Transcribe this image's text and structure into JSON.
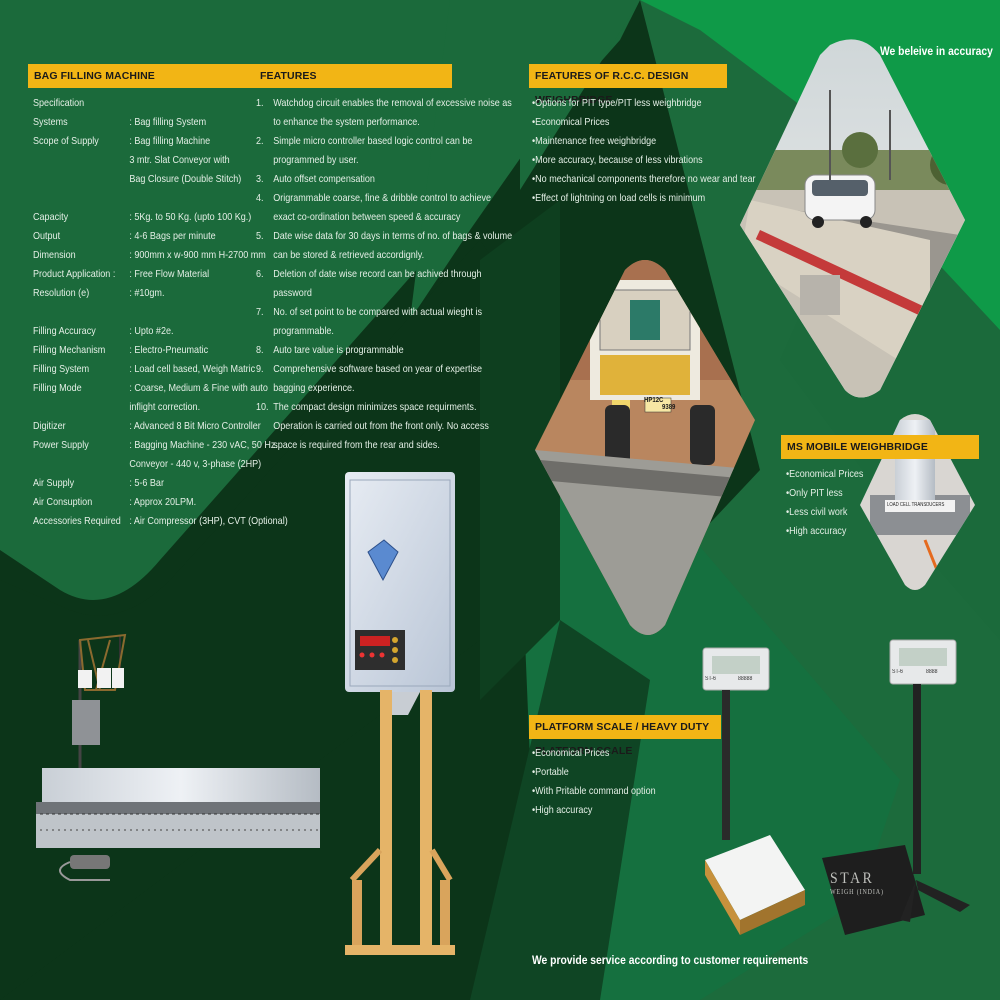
{
  "tagline_top": "We beleive in accuracy",
  "tagline_bottom": "We provide service according to customer requirements",
  "bag_filling": {
    "title": "BAG FILLING MACHINE",
    "heading": "Specification",
    "rows": [
      {
        "k": "Systems",
        "v": ": Bag filling System"
      },
      {
        "k": "Scope of Supply",
        "v": ": Bag filling Machine"
      },
      {
        "k": "",
        "v": "3 mtr. Slat Conveyor with"
      },
      {
        "k": "",
        "v": "Bag Closure (Double Stitch)"
      },
      {
        "k": "",
        "v": ""
      },
      {
        "k": "Capacity",
        "v": ": 5Kg. to 50 Kg. (upto 100 Kg.)"
      },
      {
        "k": "Output",
        "v": ": 4-6 Bags per minute"
      },
      {
        "k": "Dimension",
        "v": ": 900mm x w-900 mm H-2700 mm"
      },
      {
        "k": "Product Application :",
        "v": ": Free Flow Material"
      },
      {
        "k": "Resolution (e)",
        "v": ": #10gm."
      },
      {
        "k": "",
        "v": ""
      },
      {
        "k": "Filling Accuracy",
        "v": ": Upto #2e."
      },
      {
        "k": "Filling Mechanism",
        "v": ": Electro-Pneumatic"
      },
      {
        "k": "Filling System",
        "v": ": Load cell based, Weigh Matric"
      },
      {
        "k": "Filling Mode",
        "v": ": Coarse, Medium & Fine with auto"
      },
      {
        "k": "",
        "v": "inflight correction."
      },
      {
        "k": "Digitizer",
        "v": ": Advanced 8 Bit Micro Controller"
      },
      {
        "k": "Power Supply",
        "v": ": Bagging Machine - 230 vAC, 50 Hz."
      },
      {
        "k": "",
        "v": "Conveyor - 440 v, 3-phase (2HP)"
      },
      {
        "k": "Air Supply",
        "v": ": 5-6 Bar"
      },
      {
        "k": "Air Consuption",
        "v": ": Approx 20LPM."
      },
      {
        "k": "Accessories Required",
        "v": ": Air Compressor (3HP), CVT (Optional)"
      }
    ]
  },
  "features": {
    "title": "FEATURES",
    "items": [
      {
        "n": "1.",
        "text": "Watchdog circuit enables the removal of excessive noise as to enhance the system performance."
      },
      {
        "n": "2.",
        "text": "Simple micro controller based logic control can be programmed by user."
      },
      {
        "n": "3.",
        "text": "Auto offset compensation"
      },
      {
        "n": "4.",
        "text": "Origrammable coarse, fine & dribble control to achieve exact co-ordination between speed & accuracy"
      },
      {
        "n": "5.",
        "text": "Date wise data for 30 days in terms of no. of bags & volume can be stored & retrieved accordignly."
      },
      {
        "n": "6.",
        "text": "Deletion of date wise record can be achived through password"
      },
      {
        "n": "7.",
        "text": "No. of set point to be compared with actual wieght is programmable."
      },
      {
        "n": "8.",
        "text": "Auto tare value is programmable"
      },
      {
        "n": "9.",
        "text": "Comprehensive software based on year of expertise bagging experience."
      },
      {
        "n": "10.",
        "text": "The compact design minimizes space requirments. Operation is carried out from the front only. No access space is required from the rear and sides."
      }
    ]
  },
  "rcc": {
    "title": "FEATURES OF R.C.C. DESIGN WEIGHBRIDGE",
    "items": [
      "•Options for PIT type/PIT less weighbridge",
      "•Economical Prices",
      "•Maintenance free weighbridge",
      "•More accuracy, because of less vibrations",
      "•No mechanical components therefore no wear and tear",
      "•Effect of lightning on load cells is minimum"
    ]
  },
  "ms_mobile": {
    "title": "MS MOBILE WEIGHBRIDGE",
    "items": [
      "•Economical Prices",
      "•Only PIT less",
      "•Less civil work",
      "•High accuracy"
    ]
  },
  "platform": {
    "title": "PLATFORM SCALE / HEAVY DUTY PLATFORM SCALE",
    "items": [
      "•Economical Prices",
      "•Portable",
      "•With Pritable command option",
      "•High accuracy"
    ]
  },
  "photo_labels": {
    "truck_plate_top": "HP12C",
    "truck_plate_num": "9389",
    "load_cell": "LOAD CELL TRANSDUCERS",
    "brand_main": "STAR",
    "brand_sub": "WEIGH (INDIA)",
    "display_left": "ST-6",
    "display_left_readout": "88888",
    "display_right": "ST-6",
    "display_right_readout": "8888"
  },
  "colors": {
    "dark_green": "#0c3519",
    "mid_green": "#1b6a3b",
    "bright_green": "#0f9a48",
    "header_yellow": "#f2b515"
  }
}
